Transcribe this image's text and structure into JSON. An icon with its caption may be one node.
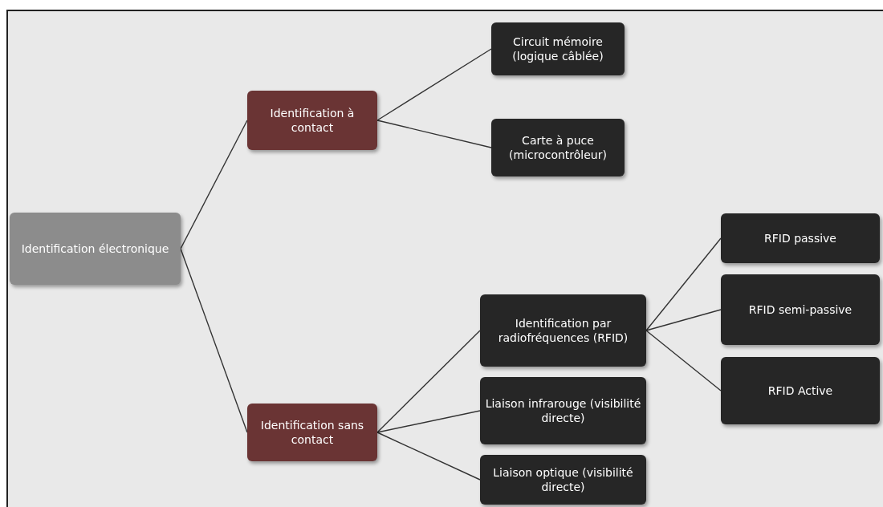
{
  "diagram": {
    "nodes": [
      {
        "text": [
          "Identification électronique"
        ]
      },
      {
        "text": [
          "Identification à contact"
        ]
      },
      {
        "text": [
          "Circuit mémoire (logique câblée)"
        ]
      },
      {
        "text": [
          "Carte à puce (microcontrôleur)"
        ]
      },
      {
        "text": [
          "Identification sans contact"
        ]
      },
      {
        "text": [
          "Identification par radiofréquences (RFID)"
        ]
      },
      {
        "text": [
          "Liaison infrarouge (visibilité directe)"
        ]
      },
      {
        "text": [
          "Liaison optique (visibilité directe)"
        ]
      },
      {
        "text": [
          "RFID passive"
        ]
      },
      {
        "text": [
          "RFID semi-passive"
        ]
      },
      {
        "text": [
          "RFID Active"
        ]
      }
    ],
    "edges": [
      {
        "from": 0,
        "to": 1,
        "arrow": "none"
      },
      {
        "from": 0,
        "to": 4,
        "arrow": "none"
      },
      {
        "from": 1,
        "to": 2,
        "arrow": "none"
      },
      {
        "from": 1,
        "to": 3,
        "arrow": "none"
      },
      {
        "from": 4,
        "to": 5,
        "arrow": "none"
      },
      {
        "from": 4,
        "to": 6,
        "arrow": "none"
      },
      {
        "from": 4,
        "to": 7,
        "arrow": "none"
      },
      {
        "from": 5,
        "to": 8,
        "arrow": "none"
      },
      {
        "from": 5,
        "to": 9,
        "arrow": "none"
      },
      {
        "from": 5,
        "to": 10,
        "arrow": "none"
      }
    ]
  }
}
